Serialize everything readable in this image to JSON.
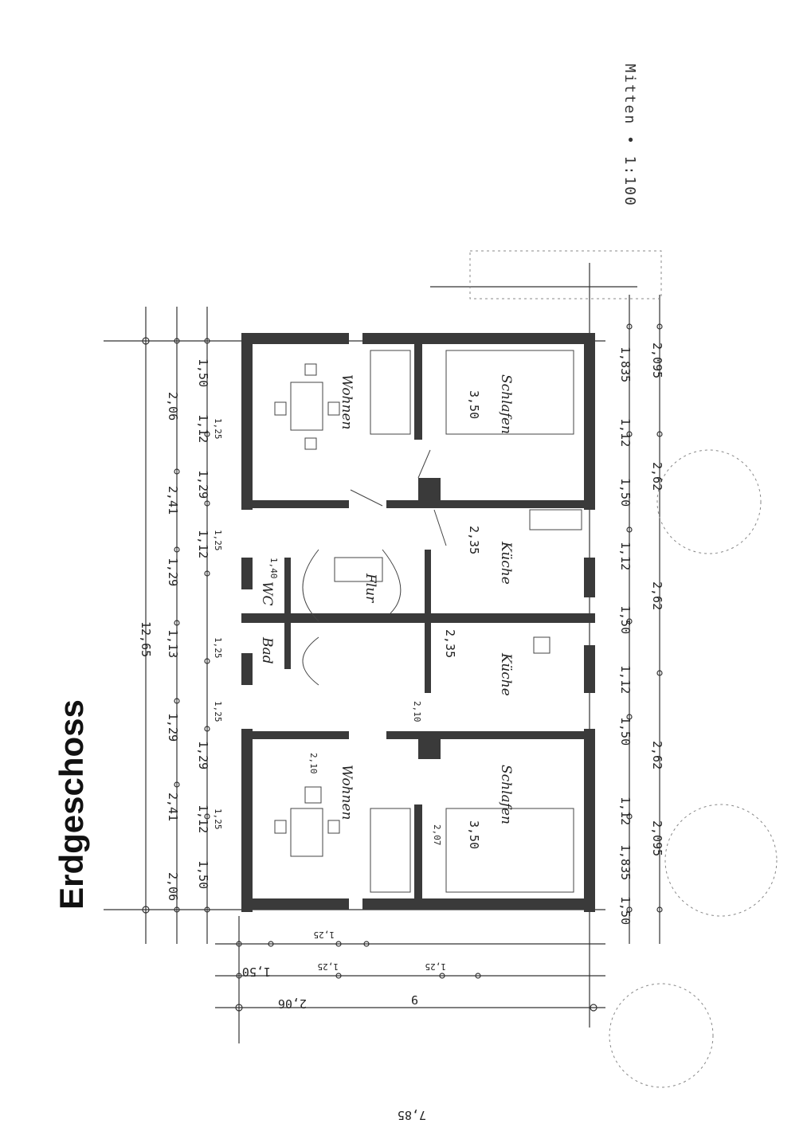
{
  "title": "Erdgeschoss",
  "scale_note": "Mitten • 1:100",
  "overall_dims": {
    "length": "12,65",
    "width": "7,85"
  },
  "top_dims": [
    "2,06",
    "2,41",
    "1,29",
    "1,13",
    "1,29",
    "2,41",
    "2,06"
  ],
  "second_row_dims": [
    "1,50",
    "1,12",
    "1,29",
    "1,12",
    "1,29",
    "1,12",
    "1,50"
  ],
  "sub_dims": [
    "1,25",
    "1,25",
    "1,25",
    "1,25",
    "1,25"
  ],
  "right_dims": [
    "1,835",
    "2,62",
    "2,62",
    "2,62",
    "1,835"
  ],
  "right_outer": [
    "2,095",
    "2,095"
  ],
  "right_row": [
    "1,50",
    "1,12",
    "1,50",
    "1,12",
    "1,50",
    "1,12",
    "1,50",
    "1,12"
  ],
  "left_dims": [
    "1,50",
    "2,06",
    "1,25",
    "1,25",
    "1,25",
    "9"
  ],
  "room_labels": [
    "Wohnen",
    "Wohnen",
    "Schlafen",
    "Schlafen",
    "Küche",
    "Küche",
    "Flur",
    "WC",
    "Bad"
  ],
  "room_dims": [
    "3,50",
    "3,50",
    "2,35",
    "2,35",
    "1,40",
    "2,10",
    "2,10",
    "2,07"
  ]
}
